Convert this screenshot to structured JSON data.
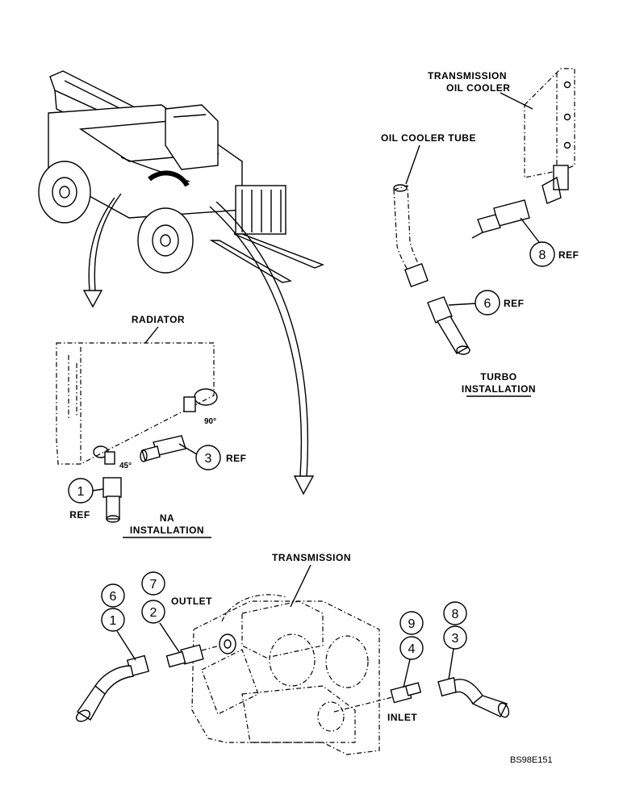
{
  "labels": {
    "transmission_oil_cooler_line1": "TRANSMISSION",
    "transmission_oil_cooler_line2": "OIL COOLER",
    "oil_cooler_tube": "OIL COOLER TUBE",
    "radiator": "RADIATOR",
    "transmission": "TRANSMISSION",
    "outlet": "OUTLET",
    "inlet": "INLET",
    "turbo_line1": "TURBO",
    "turbo_line2": "INSTALLATION",
    "na_line1": "NA",
    "na_line2": "INSTALLATION",
    "angle_90": "90°",
    "angle_45": "45°",
    "doc_code": "BS98E151"
  },
  "callouts": {
    "c1_ref": "1",
    "c1_ref_text": "REF",
    "c3_ref": "3",
    "c3_ref_text": "REF",
    "c6_ref": "6",
    "c6_ref_text": "REF",
    "c8_ref": "8",
    "c8_ref_text": "REF",
    "t6": "6",
    "t1": "1",
    "t7": "7",
    "t2": "2",
    "t9": "9",
    "t4": "4",
    "t8": "8",
    "t3": "3"
  }
}
